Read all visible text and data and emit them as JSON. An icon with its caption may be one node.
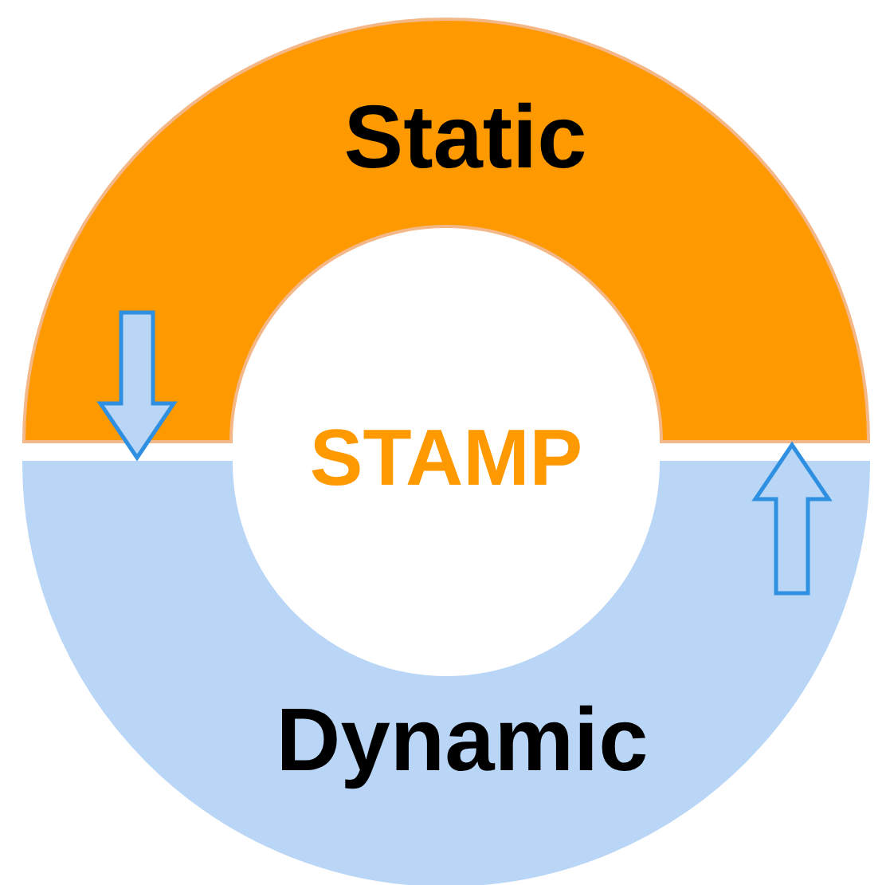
{
  "diagram": {
    "nodes": [
      {
        "text": [
          "Static"
        ]
      },
      {
        "text": [
          "Dynamic"
        ]
      }
    ],
    "edges": [
      {
        "from": 0,
        "to": 1,
        "arrow": "to"
      },
      {
        "from": 1,
        "to": 0,
        "arrow": "to"
      }
    ],
    "labels": [
      "STAMP"
    ]
  }
}
